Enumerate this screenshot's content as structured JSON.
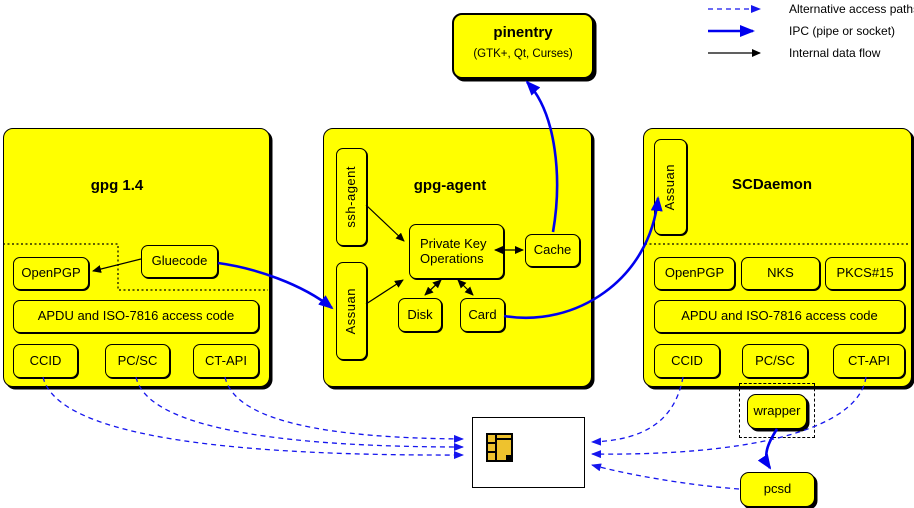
{
  "legend": {
    "items": [
      {
        "label": "Alternative access paths",
        "style": "dashed-blue-arrow"
      },
      {
        "label": "IPC (pipe or socket)",
        "style": "thick-blue-arrow"
      },
      {
        "label": "Internal data flow",
        "style": "thin-black-arrow"
      }
    ]
  },
  "pinentry": {
    "title": "pinentry",
    "subtitle": "(GTK+, Qt, Curses)"
  },
  "gpg14": {
    "title": "gpg 1.4",
    "openpgp": "OpenPGP",
    "gluecode": "Gluecode",
    "apdu": "APDU and ISO-7816 access code",
    "ccid": "CCID",
    "pcsc": "PC/SC",
    "ctapi": "CT-API"
  },
  "gpg_agent": {
    "title": "gpg-agent",
    "ssh_agent": "ssh-agent",
    "assuan": "Assuan",
    "pko_line1": "Private Key",
    "pko_line2": "Operations",
    "cache": "Cache",
    "disk": "Disk",
    "card": "Card"
  },
  "scdaemon": {
    "title": "SCDaemon",
    "assuan": "Assuan",
    "openpgp": "OpenPGP",
    "nks": "NKS",
    "pkcs15": "PKCS#15",
    "apdu": "APDU and ISO-7816 access code",
    "ccid": "CCID",
    "pcsc": "PC/SC",
    "ctapi": "CT-API"
  },
  "wrapper": {
    "label": "wrapper"
  },
  "pcsd": {
    "label": "pcsd"
  },
  "smartcard": {
    "name": "smartcard"
  },
  "colors": {
    "box_fill": "#ffff00",
    "ipc_blue": "#0000ee",
    "alt_blue": "#1515ee",
    "chip_gold": "#eec22e"
  },
  "edges": [
    {
      "from": "gluecode",
      "to": "openpgp-gpg14",
      "type": "internal-data-flow"
    },
    {
      "from": "ssh-agent",
      "to": "private-key-operations",
      "type": "internal-data-flow"
    },
    {
      "from": "assuan-gpg-agent",
      "to": "private-key-operations",
      "type": "internal-data-flow"
    },
    {
      "from": "private-key-operations",
      "to": "cache",
      "type": "internal-bidirectional"
    },
    {
      "from": "private-key-operations",
      "to": "disk",
      "type": "internal-bidirectional"
    },
    {
      "from": "private-key-operations",
      "to": "card",
      "type": "internal-bidirectional"
    },
    {
      "from": "gluecode",
      "to": "assuan-gpg-agent",
      "type": "ipc"
    },
    {
      "from": "cache",
      "to": "pinentry",
      "type": "ipc"
    },
    {
      "from": "card",
      "to": "assuan-scdaemon",
      "type": "ipc"
    },
    {
      "from": "wrapper",
      "to": "pcsd",
      "type": "ipc"
    },
    {
      "from": "ccid-gpg14",
      "to": "smartcard",
      "type": "alternative-access"
    },
    {
      "from": "pcsc-gpg14",
      "to": "smartcard",
      "type": "alternative-access"
    },
    {
      "from": "ctapi-gpg14",
      "to": "smartcard",
      "type": "alternative-access"
    },
    {
      "from": "ccid-scdaemon",
      "to": "smartcard",
      "type": "alternative-access"
    },
    {
      "from": "ctapi-scdaemon",
      "to": "smartcard",
      "type": "alternative-access"
    },
    {
      "from": "pcsd",
      "to": "smartcard",
      "type": "alternative-access"
    }
  ]
}
